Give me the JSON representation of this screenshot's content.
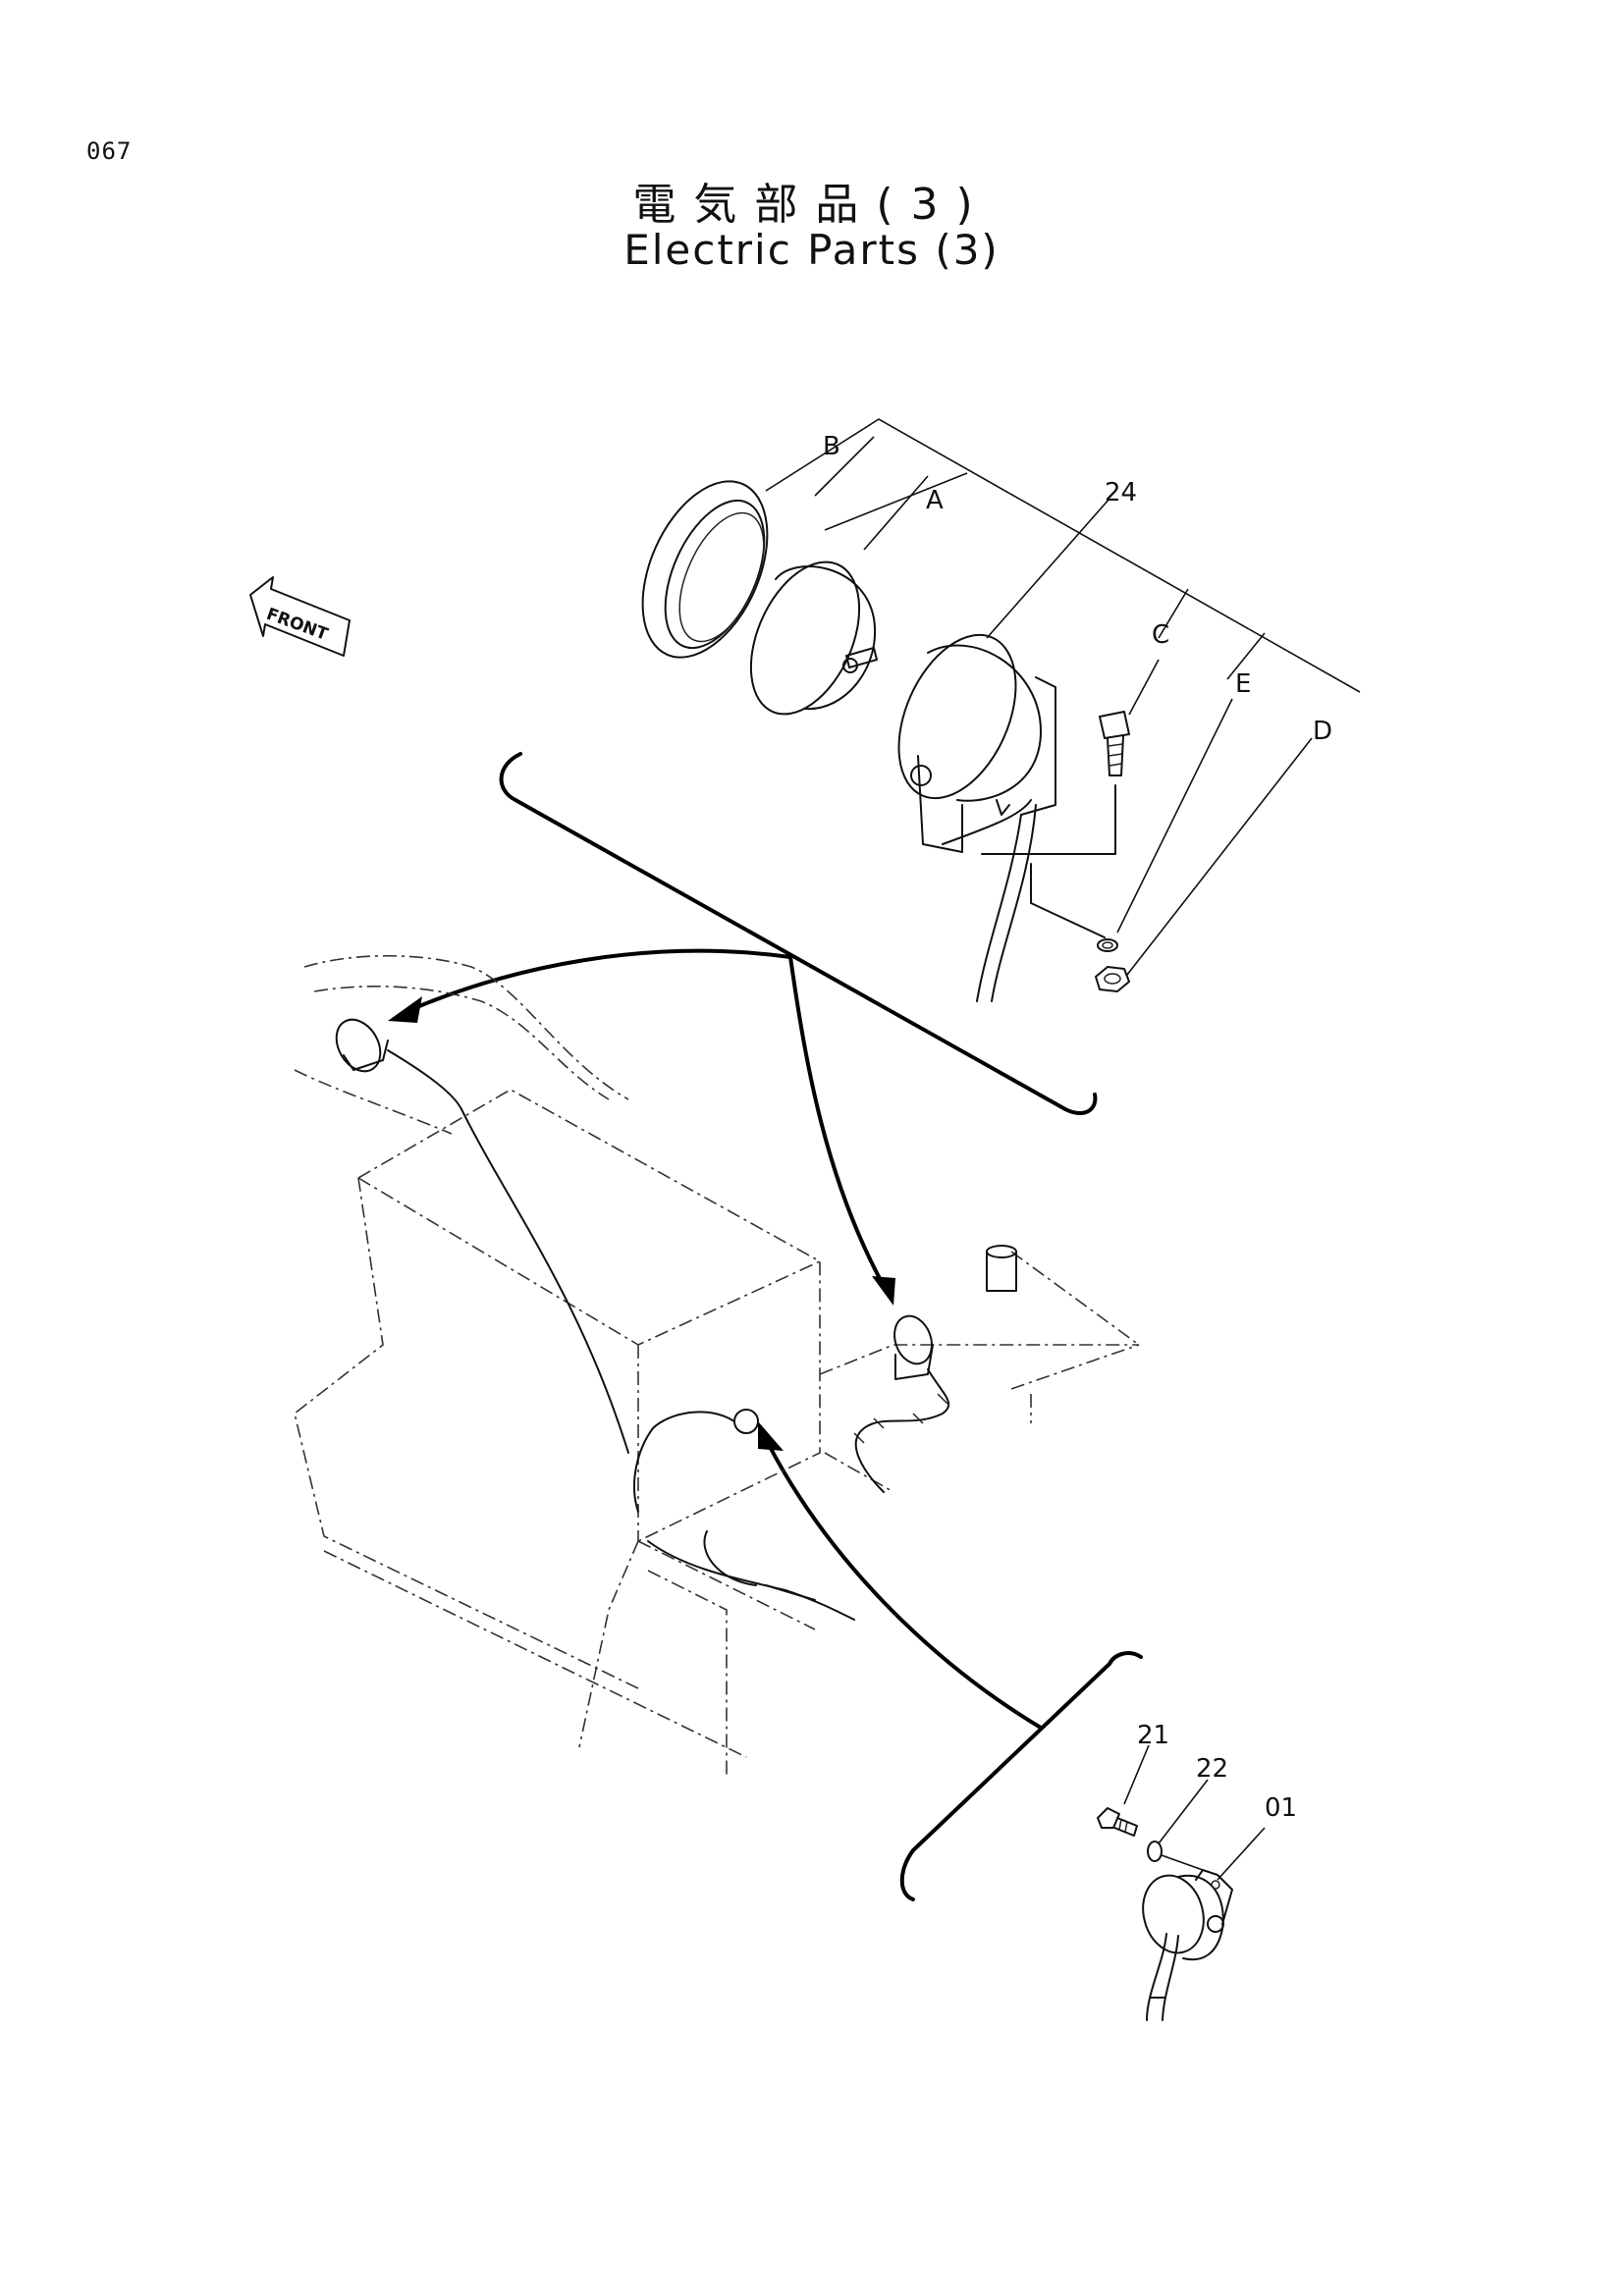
{
  "page": {
    "number": "067",
    "title_jp": "電気部品(3)",
    "title_en": "Electric Parts (3)"
  },
  "orientation": {
    "front_label": "FRONT"
  },
  "callouts": {
    "b": "B",
    "a": "A",
    "p24": "24",
    "c": "C",
    "e": "E",
    "d": "D",
    "p21": "21",
    "p22": "22",
    "p01": "01"
  }
}
